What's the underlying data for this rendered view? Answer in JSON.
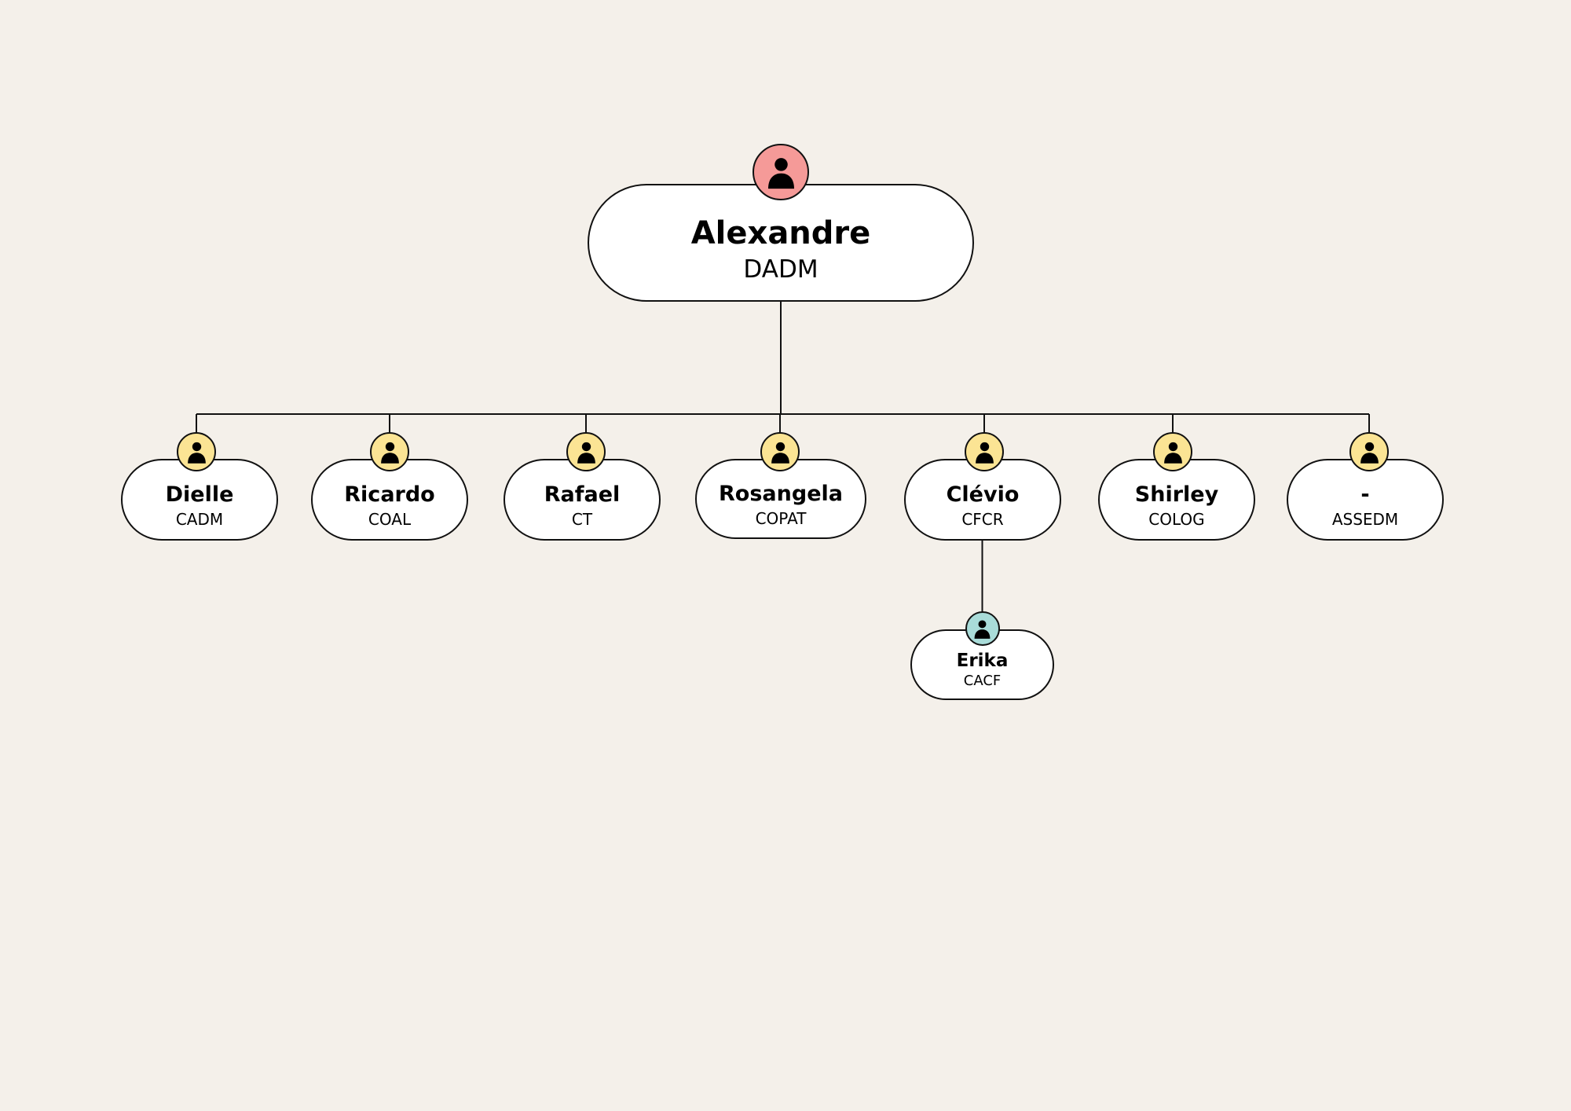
{
  "colors": {
    "background": "#f4f0ea",
    "root_avatar": "#f59a98",
    "department_avatar": "#fbe494",
    "sub_avatar": "#a9dcd9",
    "line": "#111111"
  },
  "icon": "user-icon",
  "root": {
    "name": "Alexandre",
    "code": "DADM"
  },
  "departments": [
    {
      "name": "Dielle",
      "code": "CADM"
    },
    {
      "name": "Ricardo",
      "code": "COAL"
    },
    {
      "name": "Rafael",
      "code": "CT"
    },
    {
      "name": "Rosangela",
      "code": "COPAT"
    },
    {
      "name": "Clévio",
      "code": "CFCR"
    },
    {
      "name": "Shirley",
      "code": "COLOG"
    },
    {
      "name": "-",
      "code": "ASSEDM"
    }
  ],
  "sub_units": [
    {
      "parent": "Clévio",
      "name": "Erika",
      "code": "CACF"
    }
  ]
}
